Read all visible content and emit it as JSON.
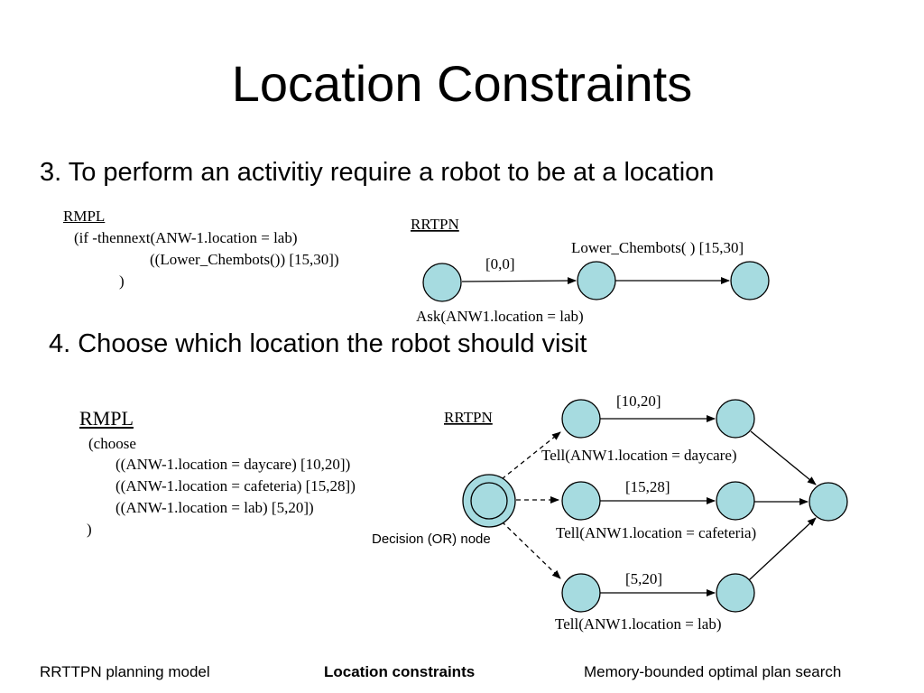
{
  "title": "Location Constraints",
  "point3": "3. To perform an activitiy require a robot to be at a location",
  "point4": "4. Choose which location the robot should visit",
  "rmpl1": {
    "heading": "RMPL",
    "lines": [
      "(if -thennext(ANW-1.location = lab)",
      "((Lower_Chembots()) [15,30])",
      ")"
    ]
  },
  "rmpl2": {
    "heading": "RMPL",
    "lines": [
      "(choose",
      "((ANW-1.location = daycare) [10,20])",
      "((ANW-1.location = cafeteria) [15,28])",
      "((ANW-1.location = lab) [5,20])",
      ")"
    ]
  },
  "diagram1": {
    "heading": "RRTPN",
    "edge1_label": "[0,0]",
    "edge2_label": "Lower_Chembots( ) [15,30]",
    "bottom_label": "Ask(ANW1.location = lab)"
  },
  "diagram2": {
    "heading": "RRTPN",
    "decision_label": "Decision (OR) node",
    "branches": [
      {
        "interval": "[10,20]",
        "label": "Tell(ANW1.location = daycare)"
      },
      {
        "interval": "[15,28]",
        "label": "Tell(ANW1.location = cafeteria)"
      },
      {
        "interval": "[5,20]",
        "label": "Tell(ANW1.location = lab)"
      }
    ]
  },
  "footer": {
    "left": "RRTTPN planning model",
    "center": "Location constraints",
    "right": "Memory-bounded optimal plan search"
  },
  "colors": {
    "node_fill": "#a6dbe0"
  }
}
